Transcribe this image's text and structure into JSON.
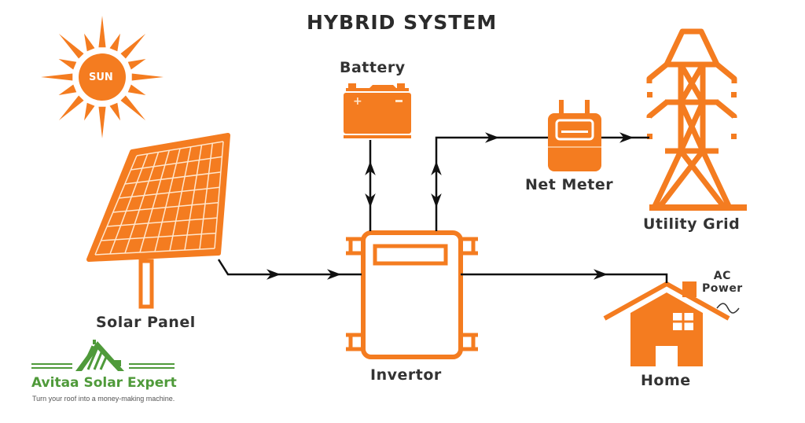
{
  "title": "HYBRID SYSTEM",
  "colors": {
    "accent": "#f47c20",
    "line": "#111111",
    "text": "#333333",
    "brand": "#4f9a3a"
  },
  "components": {
    "sun": {
      "label": "SUN",
      "icon": "sun-icon"
    },
    "battery": {
      "label": "Battery",
      "icon": "battery-icon",
      "terminals": [
        "+",
        "−"
      ]
    },
    "net_meter": {
      "label": "Net Meter",
      "icon": "meter-icon"
    },
    "utility_grid": {
      "label": "Utility Grid",
      "icon": "transmission-tower-icon"
    },
    "solar_panel": {
      "label": "Solar Panel",
      "icon": "solar-panel-icon"
    },
    "inverter": {
      "label": "Invertor",
      "icon": "inverter-icon"
    },
    "home": {
      "label": "Home",
      "icon": "house-icon"
    },
    "ac_power": {
      "line1": "AC",
      "line2": "Power",
      "icon": "sine-wave-icon"
    }
  },
  "connections": [
    {
      "from": "Solar Panel",
      "to": "Invertor",
      "direction": "one-way"
    },
    {
      "from": "Battery",
      "to": "Invertor",
      "direction": "two-way"
    },
    {
      "from": "Invertor",
      "to": "Net Meter",
      "direction": "two-way"
    },
    {
      "from": "Net Meter",
      "to": "Utility Grid",
      "direction": "one-way"
    },
    {
      "from": "Invertor",
      "to": "Home",
      "direction": "one-way"
    }
  ],
  "brand": {
    "name": "Avitaa Solar Expert",
    "tagline": "Turn your roof into a money-making machine."
  }
}
